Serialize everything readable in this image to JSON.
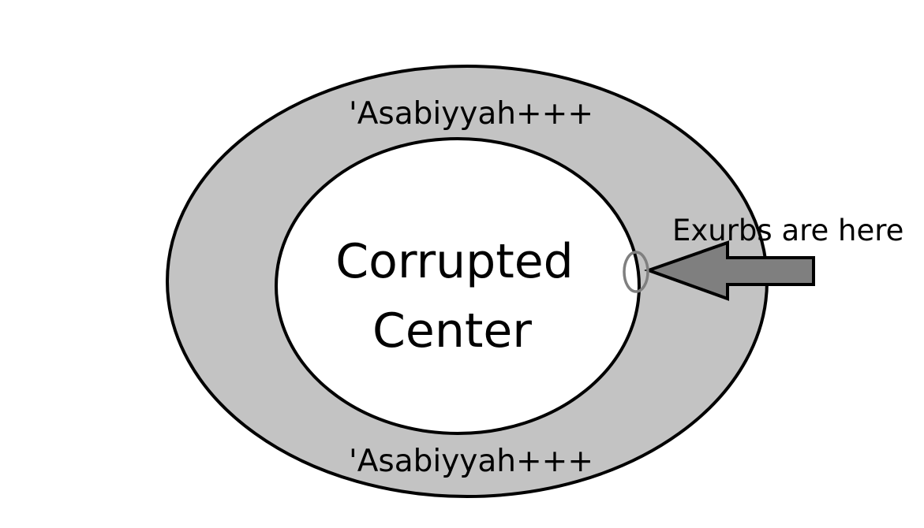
{
  "diagram": {
    "outer_ring": {
      "top_label": "'Asabiyyah+++",
      "bottom_label": "'Asabiyyah+++",
      "fill_color": "#c3c3c3"
    },
    "inner_core": {
      "label_line1": "Corrupted",
      "label_line2": "Center",
      "fill_color": "#ffffff"
    },
    "callout": {
      "label": "Exurbs are here",
      "arrow_color": "#7f7f7f",
      "marker_color": "#7f7f7f"
    },
    "stroke_color": "#000000"
  }
}
